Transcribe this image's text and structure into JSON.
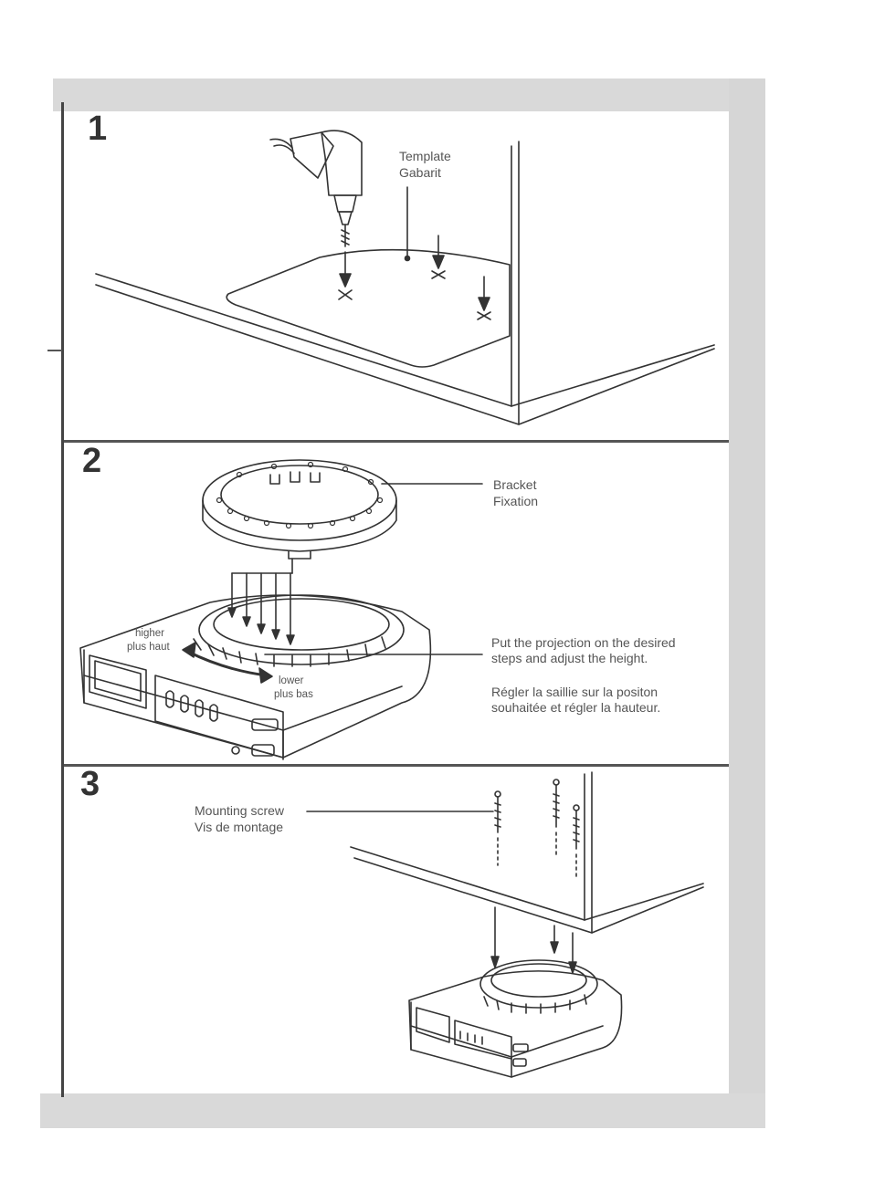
{
  "steps": [
    {
      "number": "1",
      "labels": {
        "template_en": "Template",
        "template_fr": "Gabarit"
      }
    },
    {
      "number": "2",
      "labels": {
        "bracket_en": "Bracket",
        "bracket_fr": "Fixation",
        "higher_en": "higher",
        "higher_fr": "plus haut",
        "lower_en": "lower",
        "lower_fr": "plus bas",
        "instruction_en_1": "Put the projection on the desired",
        "instruction_en_2": "steps and adjust the height.",
        "instruction_fr_1": "Régler la saillie sur la positon",
        "instruction_fr_2": "souhaitée et régler la hauteur."
      }
    },
    {
      "number": "3",
      "labels": {
        "screw_en": "Mounting screw",
        "screw_fr": "Vis de montage"
      }
    }
  ],
  "icons": [
    "drill-icon",
    "template-icon",
    "cabinet-icon",
    "bracket-ring-icon",
    "clock-radio-icon",
    "screw-icon",
    "arrow-down-icon"
  ],
  "colors": {
    "line": "#333333",
    "frame_shade": "#d9d9d9",
    "background": "#ffffff"
  }
}
